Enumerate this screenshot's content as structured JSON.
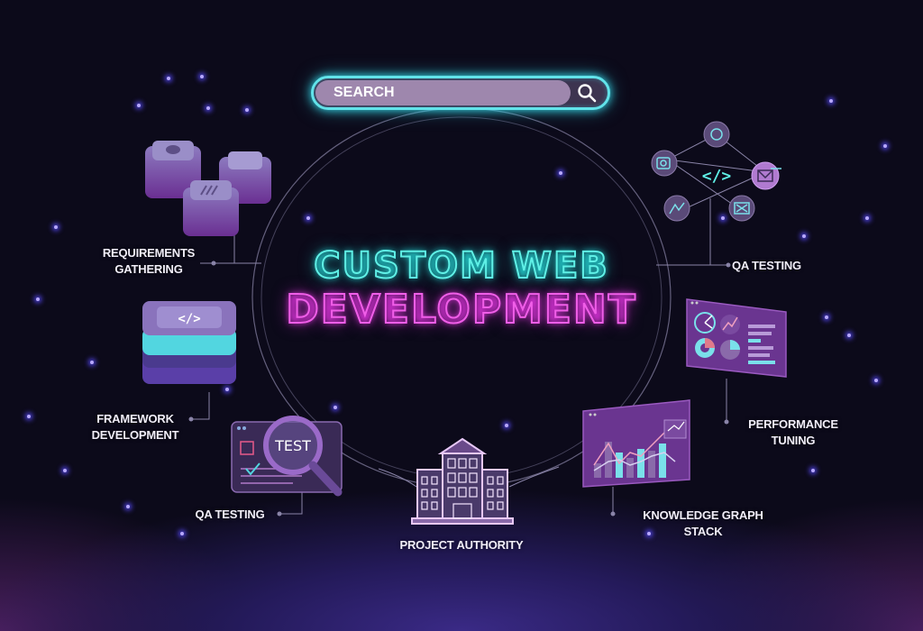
{
  "search": {
    "placeholder": "SEARCH",
    "icon": "search-icon",
    "border_color": "#62e3ea"
  },
  "title": {
    "line1": "CUSTOM WEB",
    "line2": "DEVELOPMENT",
    "line1_color": "#5ff0e6",
    "line2_color": "#f05ee8"
  },
  "nodes": [
    {
      "id": "requirements",
      "label_line1": "REQUIREMENTS",
      "label_line2": "GATHERING",
      "icon": "cubes-icon"
    },
    {
      "id": "framework",
      "label_line1": "FRAMEWORK",
      "label_line2": "DEVELOPMENT",
      "icon": "layer-stack-icon",
      "badge": "</>"
    },
    {
      "id": "qa-left",
      "label_line1": "QA TESTING",
      "icon": "magnifier-test-icon",
      "badge": "TEST"
    },
    {
      "id": "authority",
      "label_line1": "PROJECT AUTHORITY",
      "icon": "building-icon"
    },
    {
      "id": "knowledge",
      "label_line1": "KNOWLEDGE GRAPH",
      "label_line2": "STACK",
      "icon": "bar-chart-icon"
    },
    {
      "id": "performance",
      "label_line1": "PERFORMANCE",
      "label_line2": "TUNING",
      "icon": "dashboard-icon"
    },
    {
      "id": "qa-right",
      "label_line1": "QA TESTING",
      "icon": "code-network-icon",
      "badge": "</>"
    }
  ],
  "colors": {
    "background": "#0c0a1a",
    "accent_cyan": "#5ff0e6",
    "accent_magenta": "#f05ee8",
    "panel_purple": "#7a3f9a"
  }
}
